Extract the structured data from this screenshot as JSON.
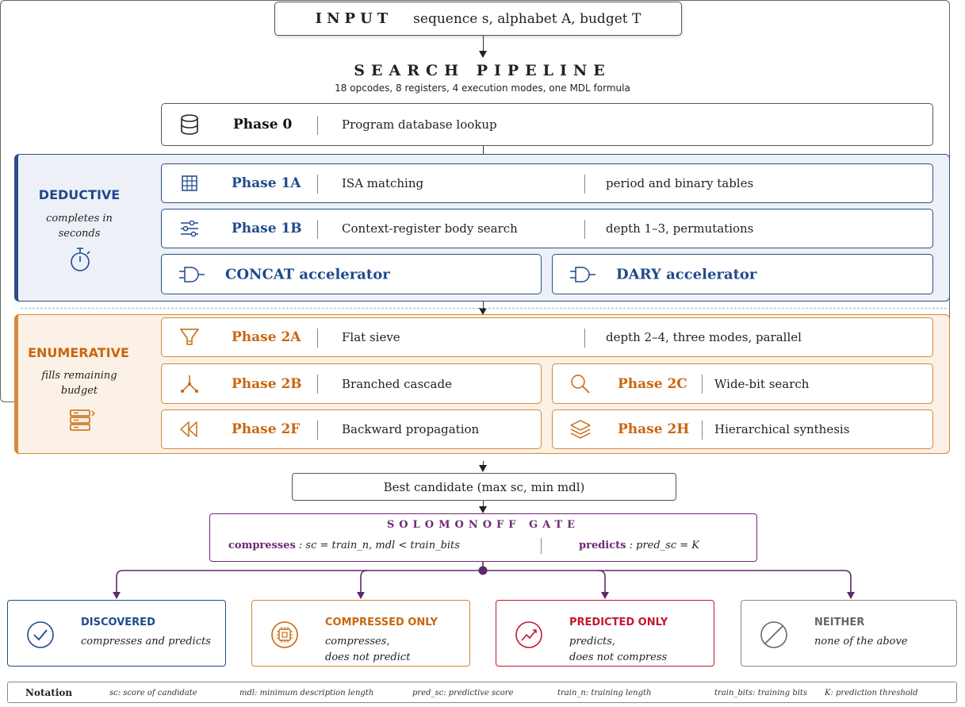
{
  "input": {
    "label": "INPUT",
    "desc": "sequence s, alphabet A, budget T"
  },
  "pipeline": {
    "title": "SEARCH PIPELINE",
    "subtitle": "18 opcodes, 8 registers, 4 execution modes, one MDL formula"
  },
  "phase0": {
    "name": "Phase 0",
    "desc": "Program database lookup",
    "icon": "database-icon"
  },
  "deductive": {
    "title": "DEDUCTIVE",
    "subtitle": "completes in seconds",
    "icon": "stopwatch-icon",
    "color": "#1f4a8a",
    "phases": [
      {
        "name": "Phase 1A",
        "desc": "ISA matching",
        "detail": "period and binary tables",
        "icon": "grid-icon"
      },
      {
        "name": "Phase 1B",
        "desc": "Context-register body search",
        "detail": "depth 1–3, permutations",
        "icon": "sliders-icon"
      }
    ],
    "accelerators": [
      {
        "name": "CONCAT accelerator",
        "icon": "logic-gate-icon"
      },
      {
        "name": "DARY accelerator",
        "icon": "logic-gate-icon"
      }
    ]
  },
  "enumerative": {
    "title": "ENUMERATIVE",
    "subtitle": "fills remaining budget",
    "icon": "server-icon",
    "color": "#c9660f",
    "phases": [
      {
        "name": "Phase 2A",
        "desc": "Flat sieve",
        "detail": "depth 2–4, three modes, parallel",
        "icon": "funnel-icon"
      },
      {
        "name": "Phase 2B",
        "desc": "Branched cascade",
        "icon": "branch-icon"
      },
      {
        "name": "Phase 2C",
        "desc": "Wide-bit search",
        "icon": "magnifier-icon"
      },
      {
        "name": "Phase 2F",
        "desc": "Backward propagation",
        "icon": "rewind-icon"
      },
      {
        "name": "Phase 2H",
        "desc": "Hierarchical synthesis",
        "icon": "layers-icon"
      }
    ]
  },
  "best": {
    "label": "Best candidate (max sc, min mdl)"
  },
  "gate": {
    "title": "SOLOMONOFF GATE",
    "left_key": "compresses",
    "left_val": " : sc = train_n, mdl < train_bits",
    "right_key": "predicts",
    "right_val": " : pred_sc = K",
    "color": "#6b2a73"
  },
  "outcomes": [
    {
      "title": "DISCOVERED",
      "desc": "compresses and predicts",
      "color": "#1f4a8a",
      "icon": "check-circle-icon"
    },
    {
      "title": "COMPRESSED ONLY",
      "desc": "compresses,\ndoes not predict",
      "color": "#c9660f",
      "icon": "chip-icon"
    },
    {
      "title": "PREDICTED ONLY",
      "desc": "predicts,\ndoes not compress",
      "color": "#c0182f",
      "icon": "trend-icon"
    },
    {
      "title": "NEITHER",
      "desc": "none of the above",
      "color": "#666666",
      "icon": "forbidden-icon"
    }
  ],
  "notation": {
    "heading": "Notation",
    "items": [
      "sc: score of candidate",
      "mdl: minimum description length",
      "pred_sc: predictive score",
      "train_n: training length",
      "train_bits: training bits",
      "K: prediction threshold"
    ]
  }
}
